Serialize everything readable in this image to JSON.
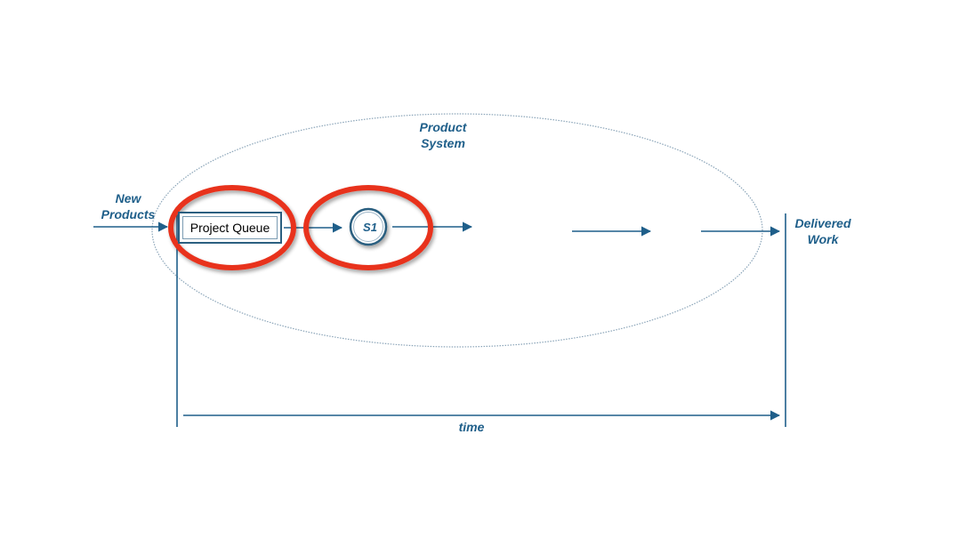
{
  "labels": {
    "system_title_line1": "Product",
    "system_title_line2": "System",
    "input_line1": "New",
    "input_line2": "Products",
    "output_line1": "Delivered",
    "output_line2": "Work",
    "time": "time"
  },
  "queue": {
    "label": "Project Queue"
  },
  "stage": {
    "label": "S1"
  },
  "colors": {
    "primary": "#1f5f8a",
    "highlight": "#e8331e",
    "ellipse": "#8aa4b8"
  }
}
